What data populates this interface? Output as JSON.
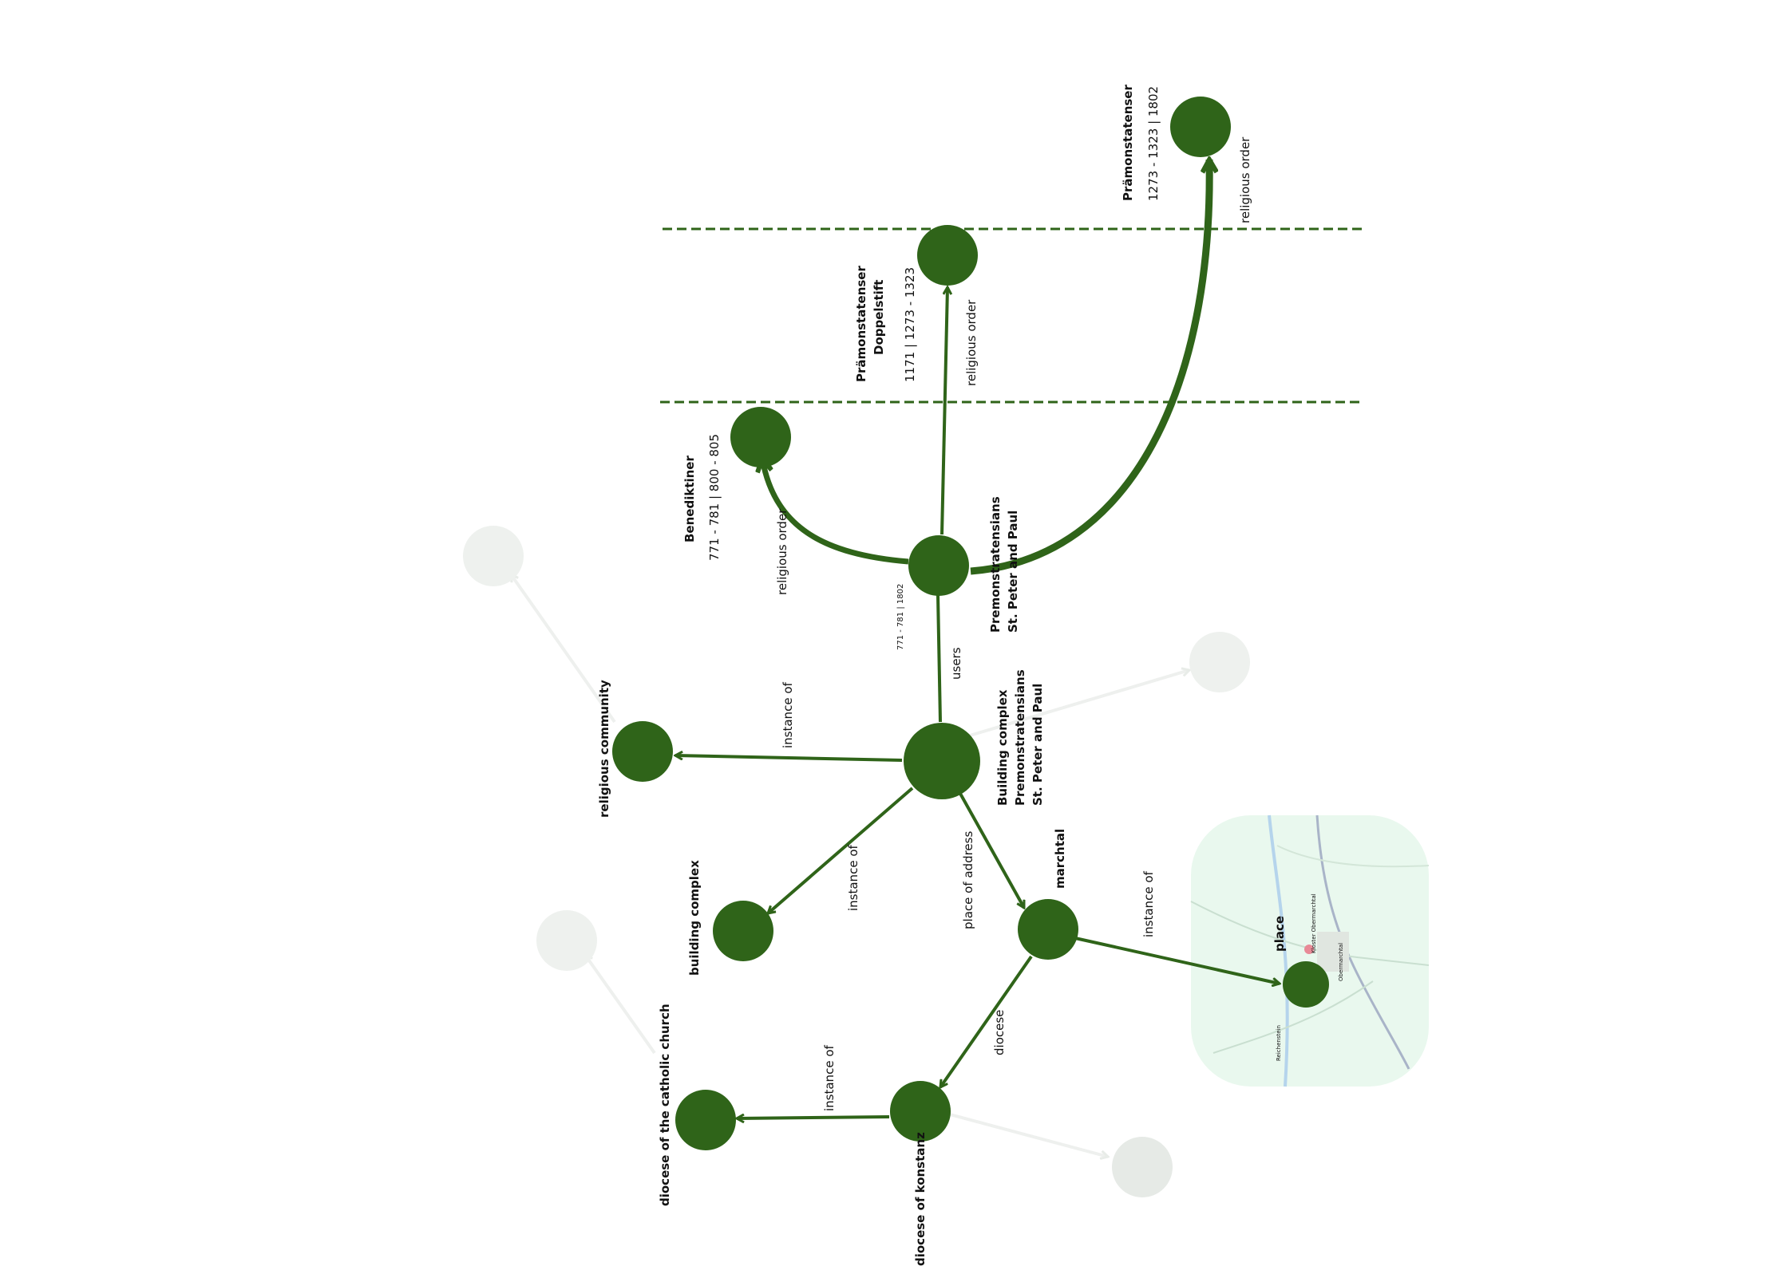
{
  "graph": {
    "nodes": [
      {
        "id": "building-complex-main",
        "lines": [
          "Building complex",
          "Premonstratensians",
          "St. Peter and Paul"
        ]
      },
      {
        "id": "premonstratensians",
        "lines": [
          "Premonstratensians",
          "St. Peter and Paul"
        ]
      },
      {
        "id": "benediktiner",
        "lines": [
          "Benediktiner"
        ],
        "period": "771 - 781 | 800 - 805"
      },
      {
        "id": "doppelstift",
        "lines": [
          "Prämonstatenser",
          "Doppelstift"
        ],
        "period": "1171 | 1273 - 1323"
      },
      {
        "id": "praemonstatenser",
        "lines": [
          "Prämonstatenser"
        ],
        "period": "1273 - 1323 | 1802"
      },
      {
        "id": "religious-community",
        "lines": [
          "religious community"
        ]
      },
      {
        "id": "building-complex",
        "lines": [
          "building complex"
        ]
      },
      {
        "id": "marchtal",
        "lines": [
          "marchtal"
        ]
      },
      {
        "id": "place",
        "lines": [
          "place"
        ]
      },
      {
        "id": "diocese-konstanz",
        "lines": [
          "diocese of konstanz"
        ]
      },
      {
        "id": "diocese-catholic",
        "lines": [
          "diocese of the catholic church"
        ]
      }
    ],
    "edges": [
      {
        "id": "users",
        "label": "users",
        "sub_label": "771 - 781 | 1802"
      },
      {
        "id": "instance-of-community",
        "label": "instance of"
      },
      {
        "id": "instance-of-building",
        "label": "instance of"
      },
      {
        "id": "place-of-address",
        "label": "place of address"
      },
      {
        "id": "instance-of-place",
        "label": "instance of"
      },
      {
        "id": "diocese",
        "label": "diocese"
      },
      {
        "id": "instance-of-diocese",
        "label": "instance of"
      },
      {
        "id": "order-benediktiner",
        "label": "religious order"
      },
      {
        "id": "order-doppelstift",
        "label": "religious order"
      },
      {
        "id": "order-praemonstatenser",
        "label": "religious order"
      }
    ]
  },
  "map": {
    "labels": [
      "Kloster Obermarchtal",
      "Obermarchtal",
      "Reichenstein"
    ]
  },
  "colors": {
    "node": "#2f6419",
    "faded": "#eef1ee",
    "map_bg": "#e9f8ee"
  }
}
